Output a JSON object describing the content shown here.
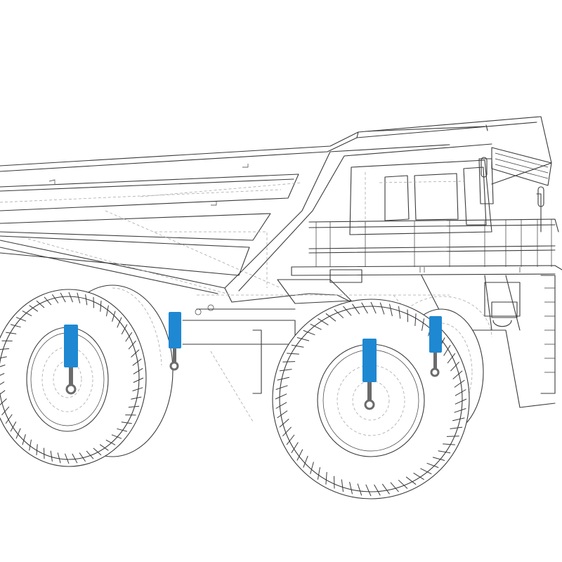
{
  "colors": {
    "background": "#ffffff",
    "line": "#3a3a3a",
    "hidden_line": "#a8a8a8",
    "cylinder": "#1e88d2",
    "rod": "#6b6b6b"
  },
  "illustration": {
    "subject": "mining-haul-truck",
    "style": "line-drawing"
  },
  "suspension_cylinders": [
    {
      "id": "rear-outer",
      "highlight": "cylinder"
    },
    {
      "id": "rear-inner",
      "highlight": "cylinder"
    },
    {
      "id": "front-outer",
      "highlight": "cylinder"
    },
    {
      "id": "front-inner",
      "highlight": "cylinder"
    }
  ]
}
